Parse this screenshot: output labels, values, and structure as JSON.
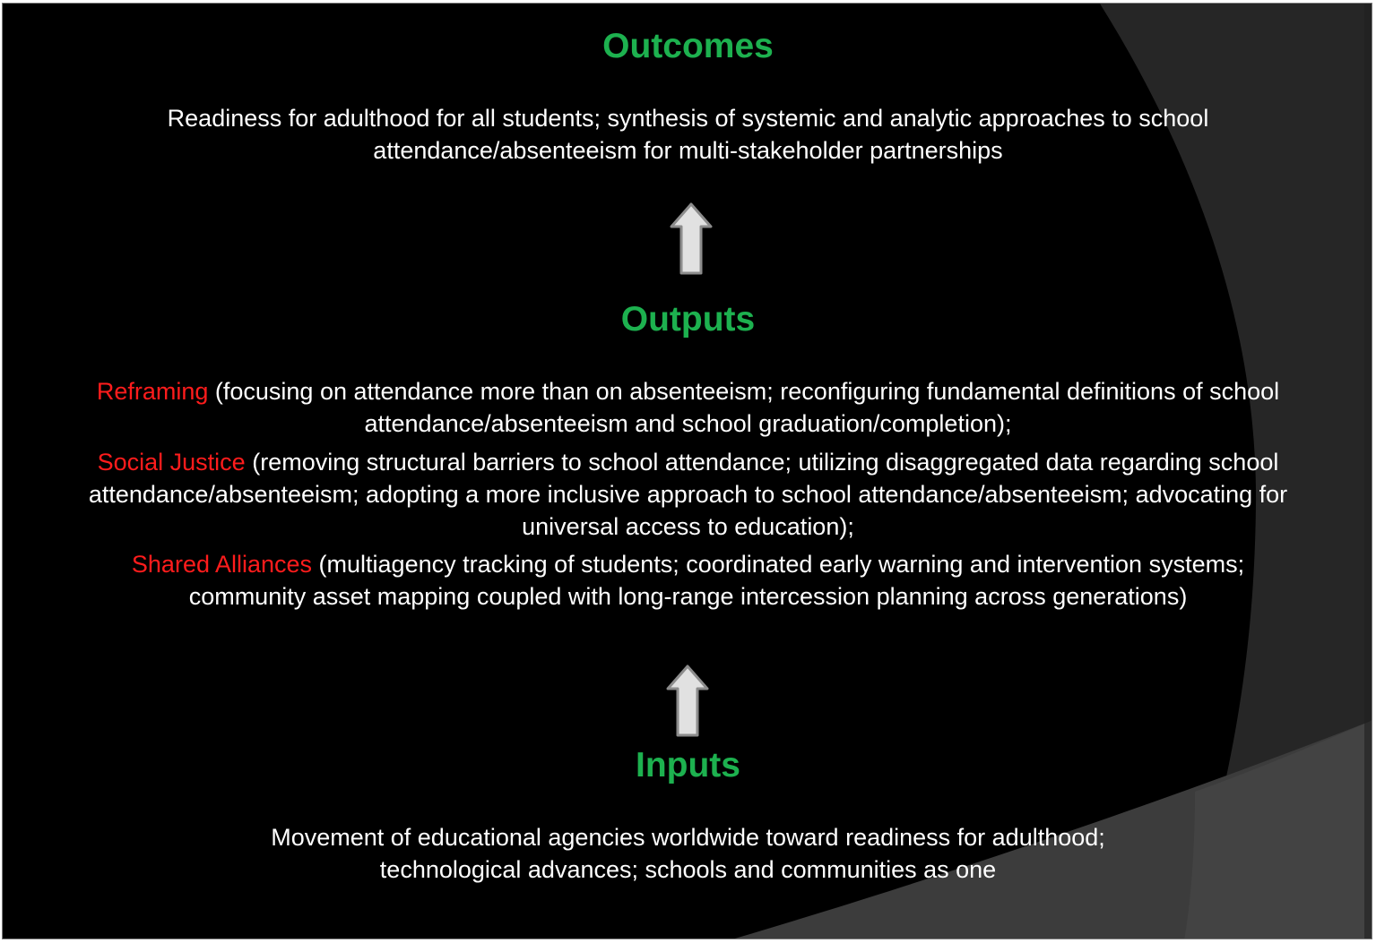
{
  "diagram": {
    "type": "logic-model",
    "flow_direction": "bottom-to-top",
    "colors": {
      "background": "#000000",
      "heading": "#1db14f",
      "body_text": "#ffffff",
      "highlight_label": "#ff1c1c",
      "arrow_fill": "#e1e1e1",
      "arrow_stroke": "#8c8c8c",
      "curve_dark": "#262626",
      "curve_light": "#3d3d3d"
    },
    "outcomes": {
      "title": "Outcomes",
      "lines": [
        "Readiness for adulthood for all students; synthesis of systemic and analytic approaches to school",
        "attendance/absenteeism for multi-stakeholder partnerships"
      ]
    },
    "arrow_outputs_to_outcomes": {
      "icon": "up-arrow-icon"
    },
    "outputs": {
      "title": "Outputs",
      "items": [
        {
          "label": "Reframing",
          "line1_rest": " (focusing on attendance more than on absenteeism; reconfiguring fundamental definitions of school",
          "line2": "attendance/absenteeism and school graduation/completion);"
        },
        {
          "label": "Social Justice",
          "line1_rest": " (removing structural barriers to school attendance; utilizing disaggregated data regarding school",
          "line2": "attendance/absenteeism; adopting a more inclusive approach to school attendance/absenteeism; advocating for",
          "line3": "universal access to education);"
        },
        {
          "label": "Shared Alliances",
          "line1_rest": " (multiagency tracking of students; coordinated early warning and intervention systems;",
          "line2": "community asset mapping coupled with long-range intercession planning across generations)"
        }
      ]
    },
    "arrow_inputs_to_outputs": {
      "icon": "up-arrow-icon"
    },
    "inputs": {
      "title": "Inputs",
      "lines": [
        "Movement of educational agencies worldwide toward readiness for adulthood;",
        "technological advances; schools and communities as one"
      ]
    }
  }
}
